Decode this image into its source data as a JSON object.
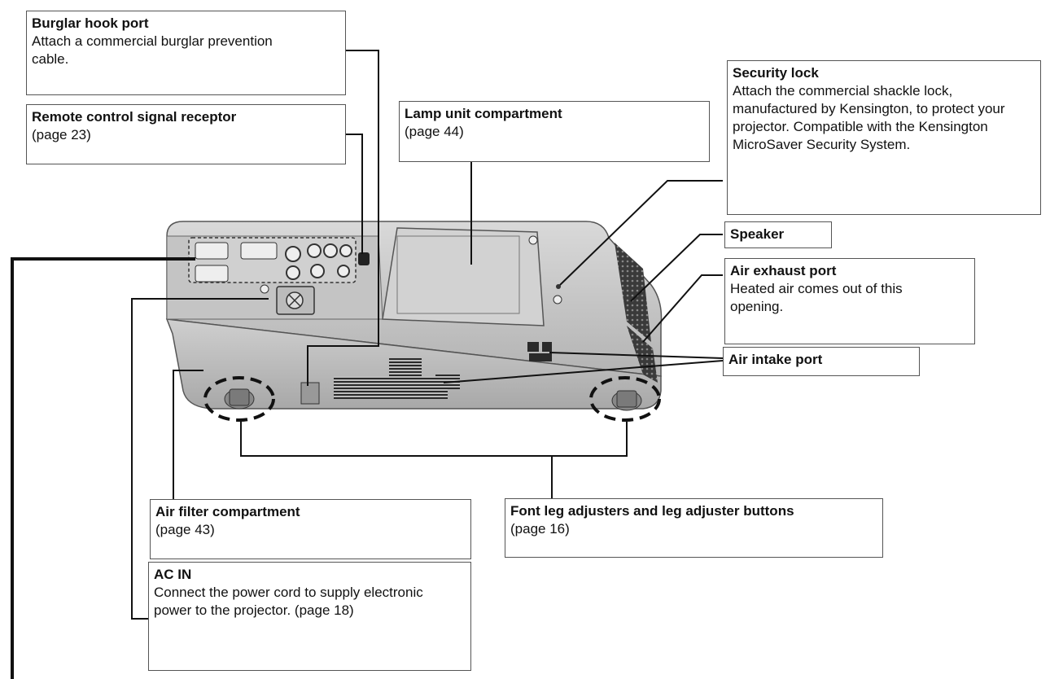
{
  "callouts": {
    "burglar_hook": {
      "title": "Burglar hook port",
      "desc": "Attach a commercial burglar prevention cable."
    },
    "remote_receptor": {
      "title": "Remote control signal receptor",
      "desc": "(page 23)"
    },
    "lamp_unit": {
      "title": "Lamp unit compartment",
      "desc": "(page 44)"
    },
    "security_lock": {
      "title": "Security lock",
      "desc": "Attach the commercial shackle lock, manufactured by Kensington, to protect your projector. Compatible with the Kensington MicroSaver Security System."
    },
    "speaker": {
      "title": "Speaker"
    },
    "air_exhaust": {
      "title": "Air exhaust port",
      "desc": "Heated air comes out of this opening."
    },
    "air_intake": {
      "title": "Air intake port"
    },
    "air_filter": {
      "title": "Air filter compartment",
      "desc": "(page 43)"
    },
    "leg_adjusters": {
      "title": "Font leg adjusters and leg adjuster buttons",
      "desc": "(page 16)"
    },
    "ac_in": {
      "title": "AC IN",
      "desc": "Connect the power cord to supply electronic power to the projector. (page 18)"
    }
  },
  "colors": {
    "projector_body": "#c8c8c8",
    "projector_shadow": "#9a9a9a",
    "vent": "#2a2a2a",
    "leader": "#111111"
  }
}
